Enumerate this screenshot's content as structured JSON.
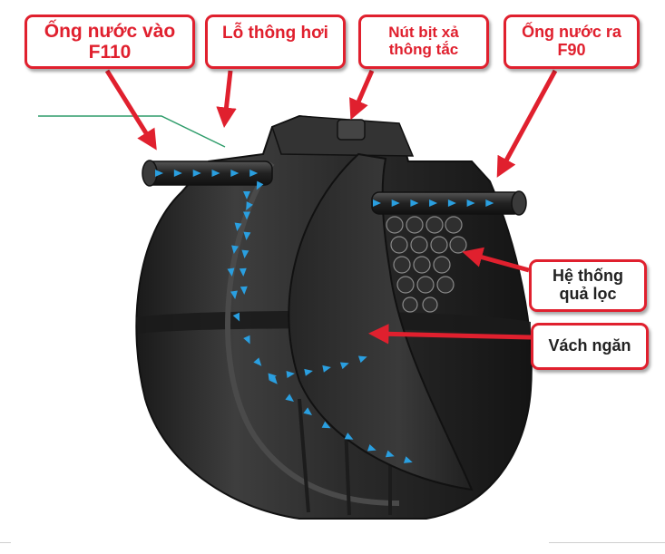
{
  "labels": {
    "inlet": "Ống nước vào\nF110",
    "vent": "Lỗ thông hơi",
    "plug": "Nút bịt xả\nthông tắc",
    "outlet": "Ống nước ra\nF90",
    "filter": "Hệ thống\nquả lọc",
    "baffle": "Vách ngăn"
  },
  "colors": {
    "accent": "#e0202e",
    "flow_arrows": "#2a9fe0",
    "tank_body": "#2b2b2b",
    "guide_line": "#2e9c6a"
  }
}
